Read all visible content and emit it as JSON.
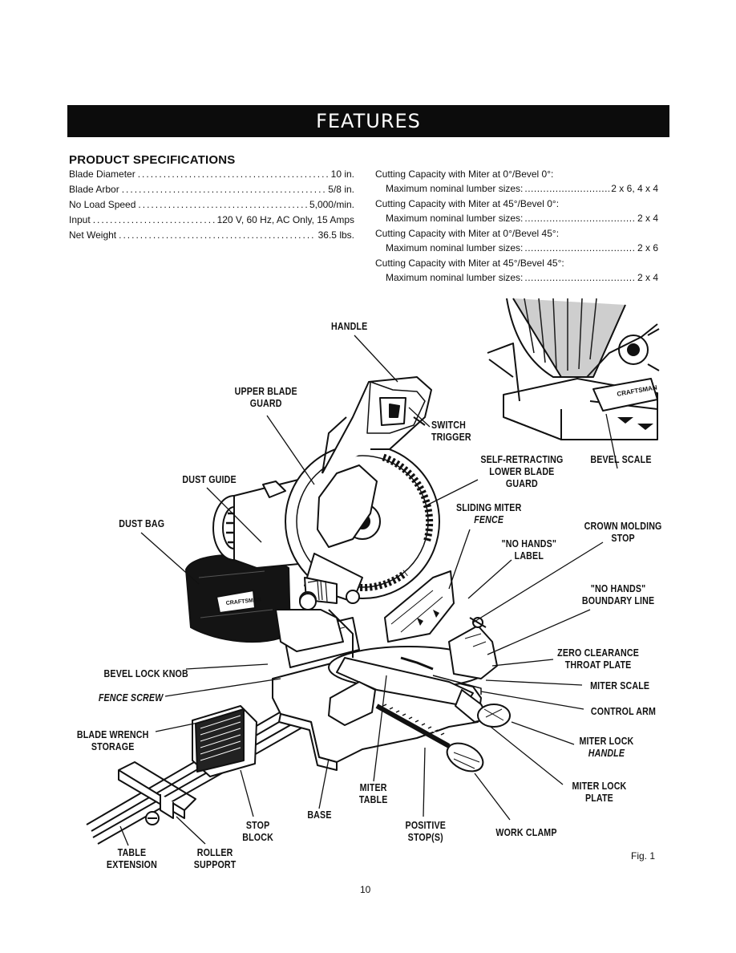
{
  "banner": {
    "title": "FEATURES"
  },
  "specs": {
    "title": "PRODUCT SPECIFICATIONS",
    "rows": [
      {
        "label": "Blade Diameter",
        "value": "10 in."
      },
      {
        "label": "Blade Arbor",
        "value": "5/8 in."
      },
      {
        "label": "No Load Speed",
        "value": "5,000/min."
      },
      {
        "label": "Input",
        "value": "120 V, 60 Hz, AC Only, 15 Amps"
      },
      {
        "label": "Net Weight",
        "value": "36.5 lbs."
      }
    ]
  },
  "capacity": [
    {
      "heading": "Cutting Capacity with Miter at 0°/Bevel 0°:",
      "label": "Maximum nominal lumber sizes:",
      "value": "2 x 6, 4 x 4"
    },
    {
      "heading": "Cutting Capacity with Miter at 45°/Bevel 0°:",
      "label": "Maximum nominal lumber sizes:",
      "value": "2 x 4"
    },
    {
      "heading": "Cutting Capacity with Miter at 0°/Bevel 45°:",
      "label": "Maximum nominal lumber sizes:",
      "value": "2 x 6"
    },
    {
      "heading": "Cutting Capacity with Miter at 45°/Bevel 45°:",
      "label": "Maximum nominal lumber sizes:",
      "value": "2 x 4"
    }
  ],
  "callouts": {
    "handle": "HANDLE",
    "upper_blade_guard_1": "UPPER BLADE",
    "upper_blade_guard_2": "GUARD",
    "switch_trigger_1": "SWITCH",
    "switch_trigger_2": "TRIGGER",
    "self_retracting_1": "SELF-RETRACTING",
    "self_retracting_2": "LOWER BLADE",
    "self_retracting_3": "GUARD",
    "bevel_scale": "BEVEL SCALE",
    "dust_guide": "DUST GUIDE",
    "dust_bag": "DUST BAG",
    "sliding_fence_1": "SLIDING MITER",
    "sliding_fence_2": "FENCE",
    "crown_molding_1": "CROWN MOLDING",
    "crown_molding_2": "STOP",
    "no_hands_label_1": "\"NO HANDS\"",
    "no_hands_label_2": "LABEL",
    "no_hands_boundary_1": "\"NO HANDS\"",
    "no_hands_boundary_2": "BOUNDARY LINE",
    "zero_clearance_1": "ZERO CLEARANCE",
    "zero_clearance_2": "THROAT PLATE",
    "bevel_lock_knob": "BEVEL LOCK KNOB",
    "fence_screw": "FENCE SCREW",
    "miter_scale": "MITER SCALE",
    "control_arm": "CONTROL ARM",
    "blade_wrench_1": "BLADE WRENCH",
    "blade_wrench_2": "STORAGE",
    "miter_lock_handle_1": "MITER LOCK",
    "miter_lock_handle_2": "HANDLE",
    "miter_lock_plate_1": "MITER LOCK",
    "miter_lock_plate_2": "PLATE",
    "miter_table_1": "MITER",
    "miter_table_2": "TABLE",
    "base": "BASE",
    "stop_block_1": "STOP",
    "stop_block_2": "BLOCK",
    "positive_stop_1": "POSITIVE",
    "positive_stop_2": "STOP(S)",
    "work_clamp": "WORK CLAMP",
    "table_extension_1": "TABLE",
    "table_extension_2": "EXTENSION",
    "roller_support_1": "ROLLER",
    "roller_support_2": "SUPPORT",
    "brand_badge": "CRAFTSMAN"
  },
  "figure_label": "Fig. 1",
  "page_number": "10"
}
